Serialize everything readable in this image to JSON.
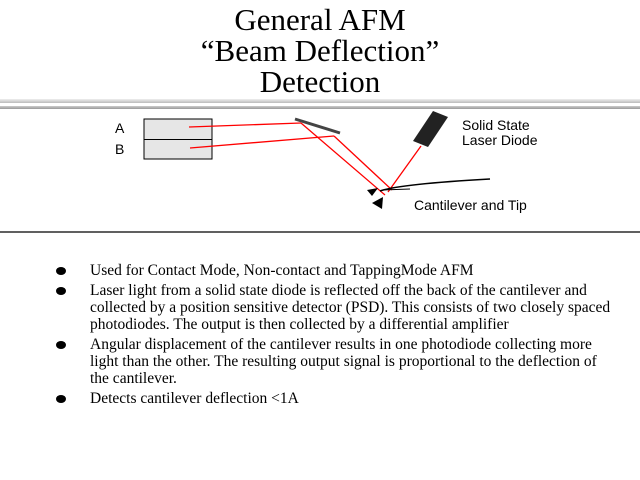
{
  "title": [
    "General AFM",
    "“Beam Deflection”",
    "Detection"
  ],
  "diagram": {
    "label_a": "A",
    "label_b": "B",
    "laser_label": [
      "Solid State",
      "Laser Diode"
    ],
    "cantilever_label": "Cantilever and Tip",
    "beam_color": "#ff0000"
  },
  "bullets": [
    "Used for Contact Mode, Non-contact and TappingMode AFM",
    "Laser light from a solid state diode is reflected off the back of the cantilever and collected by a position sensitive detector (PSD). This consists of two closely spaced photodiodes. The output is then collected by a differential amplifier",
    "Angular displacement of the cantilever results in one photodiode collecting more light than the other. The resulting output signal is proportional to the deflection of the cantilever.",
    "Detects cantilever deflection <1A"
  ]
}
